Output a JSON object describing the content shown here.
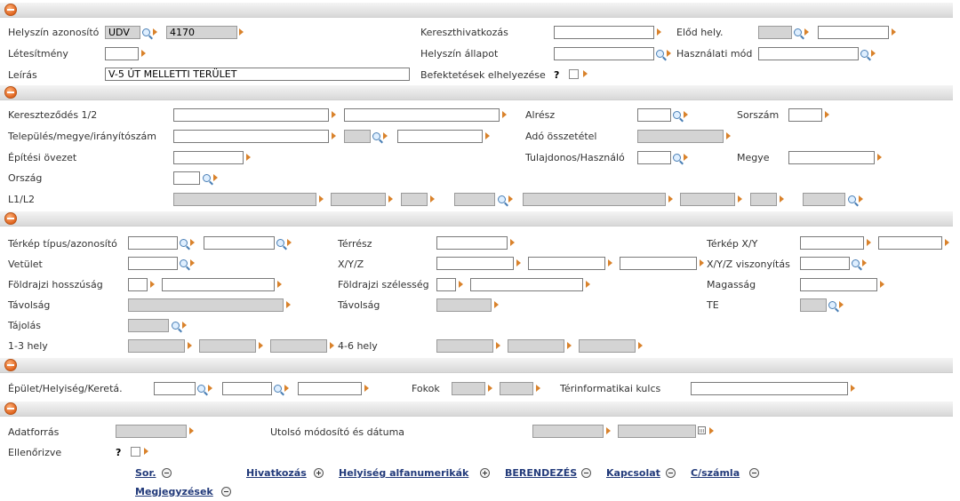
{
  "sections": [
    {
      "toggle": "collapse-icon"
    },
    {
      "toggle": "collapse-icon"
    },
    {
      "toggle": "collapse-icon"
    },
    {
      "toggle": "collapse-icon"
    },
    {
      "toggle": "collapse-icon"
    }
  ],
  "s1": {
    "site_id_label": "Helyszín azonosító",
    "site_id_prefix": "UDV",
    "site_id_value": "4170",
    "cross_ref_label": "Kereszthivatkozás",
    "prev_site_label": "Előd hely.",
    "facility_label": "Létesítmény",
    "site_status_label": "Helyszín állapot",
    "usage_mode_label": "Használati mód",
    "desc_label": "Leírás",
    "desc_value": "V-5 ÚT MELLETTI TERÜLET",
    "invest_label": "Befektetések elhelyezése",
    "help": "?"
  },
  "s2": {
    "crossing_label": "Kereszteződés 1/2",
    "subpart_label": "Alrész",
    "serial_label": "Sorszám",
    "town_label": "Település/megye/irányítószám",
    "tax_label": "Adó összetétel",
    "zone_label": "Építési övezet",
    "owner_label": "Tulajdonos/Használó",
    "county_label": "Megye",
    "country_label": "Ország",
    "l1l2_label": "L1/L2"
  },
  "s3": {
    "map_type_label": "Térkép típus/azonosító",
    "space_part_label": "Térrész",
    "map_xy_label": "Térkép X/Y",
    "projection_label": "Vetület",
    "xyz_label": "X/Y/Z",
    "xyz_ref_label": "X/Y/Z viszonyítás",
    "longitude_label": "Földrajzi hosszúság",
    "latitude_label": "Földrajzi szélesség",
    "height_label": "Magasság",
    "distance_label": "Távolság",
    "distance2_label": "Távolság",
    "te_label": "TE",
    "orientation_label": "Tájolás",
    "place13_label": "1-3 hely",
    "place46_label": "4-6 hely"
  },
  "s4": {
    "building_label": "Épület/Helyiség/Keretá.",
    "degrees_label": "Fokok",
    "gis_label": "Térinformatikai kulcs"
  },
  "s5": {
    "source_label": "Adatforrás",
    "last_mod_label": "Utolsó módosító és dátuma",
    "checked_label": "Ellenőrizve",
    "help": "?",
    "links": [
      {
        "label": "Sor.",
        "icon": "minus-circle-icon"
      },
      {
        "label": "Hivatkozás",
        "icon": "plus-circle-icon"
      },
      {
        "label": "Helyiség alfanumerikák",
        "icon": "plus-circle-icon"
      },
      {
        "label": "BERENDEZÉS",
        "icon": "minus-circle-icon"
      },
      {
        "label": "Kapcsolat",
        "icon": "minus-circle-icon"
      },
      {
        "label": "C/számla",
        "icon": "minus-circle-icon"
      },
      {
        "label": "Megjegyzések",
        "icon": "minus-circle-icon"
      }
    ]
  },
  "colors": {
    "accent_orange": "#e0641e",
    "link": "#223a7a",
    "readonly_bg": "#d4d4d4"
  }
}
